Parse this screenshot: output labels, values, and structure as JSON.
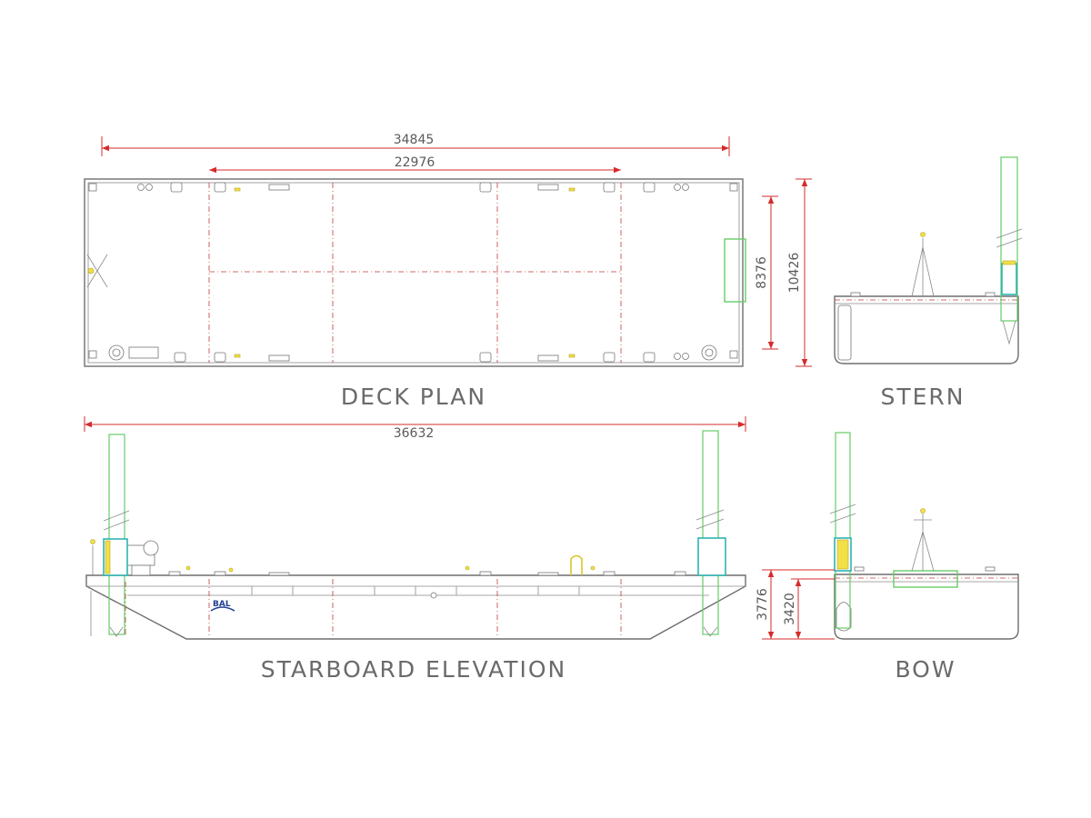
{
  "views": {
    "deck_plan": {
      "title": "DECK PLAN"
    },
    "stern": {
      "title": "STERN"
    },
    "starboard_elevation": {
      "title": "STARBOARD ELEVATION"
    },
    "bow": {
      "title": "BOW"
    }
  },
  "dimensions": {
    "overall_length": "34845",
    "hold_length": "22976",
    "hold_width": "8376",
    "overall_width": "10426",
    "elevation_length": "36632",
    "side_height": "3776",
    "depth": "3420"
  },
  "colors": {
    "dimension": "#d62b2b",
    "hull": "#6e6e6e",
    "spud_leg": "#66cc66",
    "spud_guide": "#2fb3b3",
    "bulkhead": "#c23b3b",
    "title_text": "#6a6a6a"
  }
}
